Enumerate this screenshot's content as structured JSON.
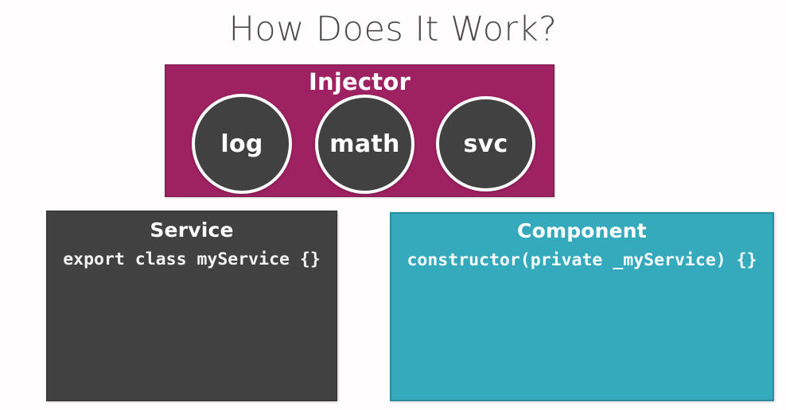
{
  "slide": {
    "title": "How Does It Work?",
    "background_color": "#fffdfd",
    "title_color": "#4a4a4a"
  },
  "injector": {
    "label": "Injector",
    "panel_color": "#9e2161",
    "circle_color": "#414141",
    "circle_border_color": "#fafafa",
    "circles": [
      {
        "label": "log"
      },
      {
        "label": "math"
      },
      {
        "label": "svc"
      }
    ]
  },
  "service": {
    "title": "Service",
    "code": "export class myService {}",
    "box_color": "#414141",
    "text_color": "#f2f2f2"
  },
  "component": {
    "title": "Component",
    "code": "constructor(private _myService) {}",
    "box_color": "#35aabd",
    "text_color": "#f7fdfe"
  }
}
